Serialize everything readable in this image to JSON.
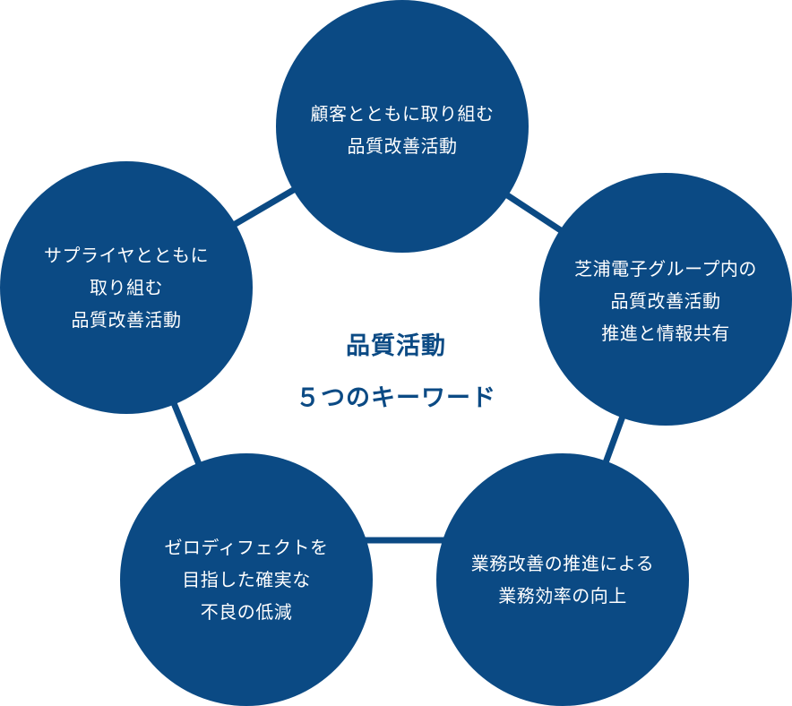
{
  "center": {
    "line1": "品質活動",
    "line2": "５つのキーワード"
  },
  "keywords": {
    "top": {
      "line1": "顧客とともに取り組む",
      "line2": "品質改善活動"
    },
    "right": {
      "line1": "芝浦電子グループ内の",
      "line2": "品質改善活動",
      "line3": "推進と情報共有"
    },
    "bottom_right": {
      "line1": "業務改善の推進による",
      "line2": "業務効率の向上"
    },
    "bottom_left": {
      "line1": "ゼロディフェクトを",
      "line2": "目指した確実な",
      "line3": "不良の低減"
    },
    "left": {
      "line1": "サプライヤとともに",
      "line2": "取り組む",
      "line3": "品質改善活動"
    }
  },
  "colors": {
    "circle_fill": "#0b4a84",
    "circle_text": "#ffffff",
    "center_text": "#0b4a84"
  }
}
